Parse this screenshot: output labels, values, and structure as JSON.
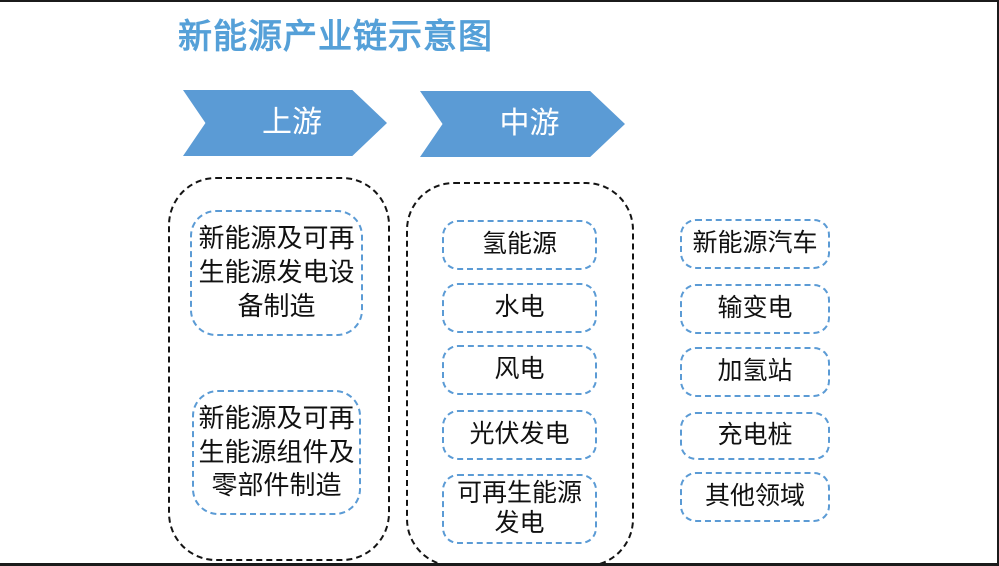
{
  "title": "新能源产业链示意图",
  "colors": {
    "accent_blue": "#5b9bd5",
    "title_blue": "#55a0d8",
    "group_border": "#141414",
    "node_text": "#111111"
  },
  "upstream": {
    "arrow_label": "上游",
    "boxes": [
      "新能源及可再\n生能源发电设\n备制造",
      "新能源及可再\n生能源组件及\n零部件制造"
    ]
  },
  "midstream": {
    "arrow_label": "中游",
    "boxes": [
      "氢能源",
      "水电",
      "风电",
      "光伏发电",
      "可再生能源\n发电"
    ]
  },
  "downstream": {
    "boxes": [
      "新能源汽车",
      "输变电",
      "加氢站",
      "充电桩",
      "其他领域"
    ]
  }
}
